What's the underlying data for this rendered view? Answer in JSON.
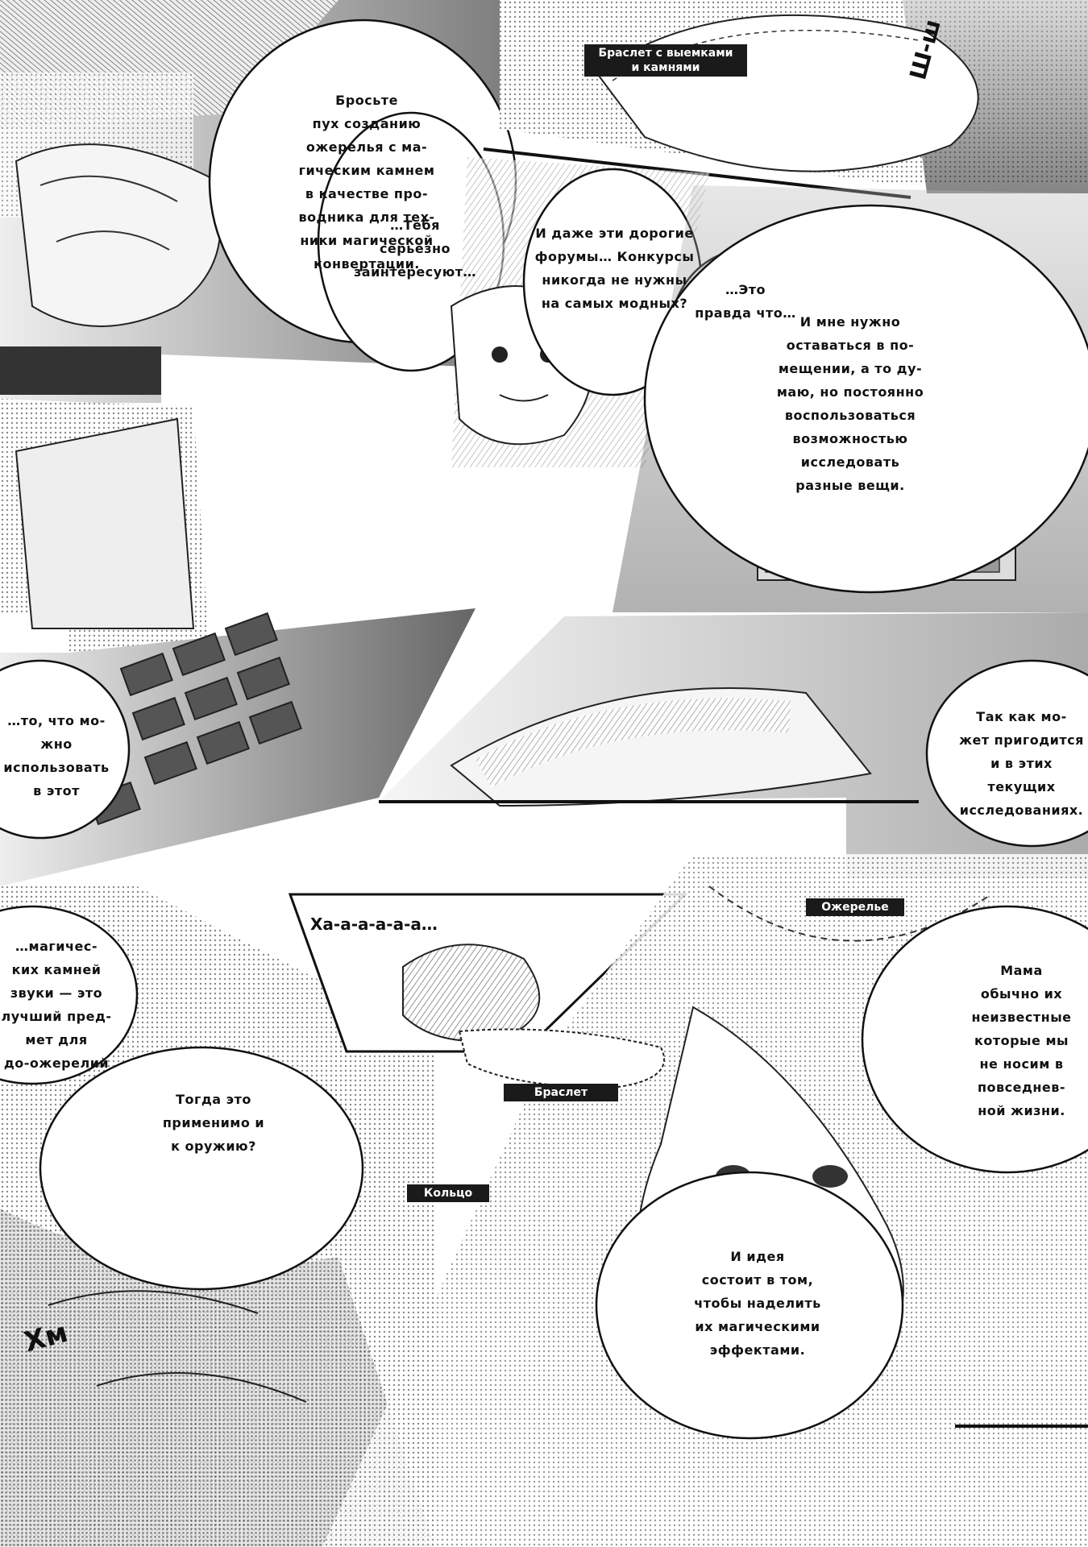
{
  "text": {
    "b1": "Бросьте\nпух созданию\nожерелья с ма-\nгическим камнем\nв качестве про-\nводника для тех-\nники магической\nконвертации.",
    "b2": "…Тебя\nсерьёзно\nзаинтересуют…",
    "b3": "И даже эти дорогие\nфорумы… Конкурсы\nникогда не нужны\nна самых модных?",
    "b4": "…Это\nправда что…",
    "b5": "И мне нужно\nоставаться в по-\nмещении, а то ду-\nмаю, но постоянно\nвоспользоваться\nвозможностью\nисследовать\nразные вещи.",
    "b6": "…то, что мо-\nжно использовать\nв этот",
    "b7": "Так как мо-\nжет пригодится\nи в этих текущих\nисследованиях.",
    "b8": "…магичес-\nких камней\nзвуки — это\nлучший пред-\nмет для\nдо-ожерелий",
    "b9": "Мама\nобычно их\nнеизвестные\nкоторые мы\nне носим в\nповседнев-\nной жизни.",
    "b10": "Тогда это\nприменимо и\nк оружию?",
    "b11": "И идея\nсостоит в том,\nчтобы наделить\nих магическими\nэффектами.",
    "label_top": "Браслет с выемками\nи камнями",
    "label_necklace": "Ожерелье",
    "label_middle": "Браслет",
    "label_ring": "Кольцо",
    "sfx1": "Ха-а-а-а-а-а…",
    "sfx2": "Ш-ш",
    "sfx3": "Хм"
  }
}
